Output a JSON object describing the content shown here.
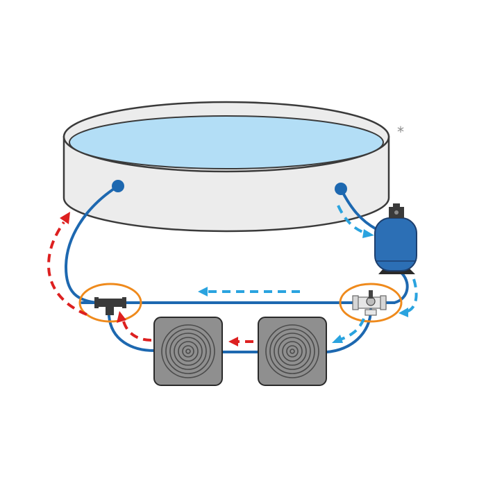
{
  "footnote_mark": "*",
  "colors": {
    "pipe": "#1d68b0",
    "cold_flow": "#2aa3df",
    "warm_flow": "#dd2020",
    "highlight": "#ef8a1c",
    "water": "#b3def6",
    "pool_wall": "#ececec",
    "outline": "#3a3a3a",
    "collector": "#8f8f8f",
    "filter": "#2c6fb5"
  },
  "components": {
    "pool": "above-ground-pool",
    "filter": "sand-filter-pump",
    "valve": "bypass-valve",
    "tee": "tee-connector",
    "collectors": [
      "solar-collector-1",
      "solar-collector-2"
    ]
  },
  "flows": {
    "cold": "pool-to-filter-to-collectors",
    "warm": "collectors-to-pool"
  }
}
